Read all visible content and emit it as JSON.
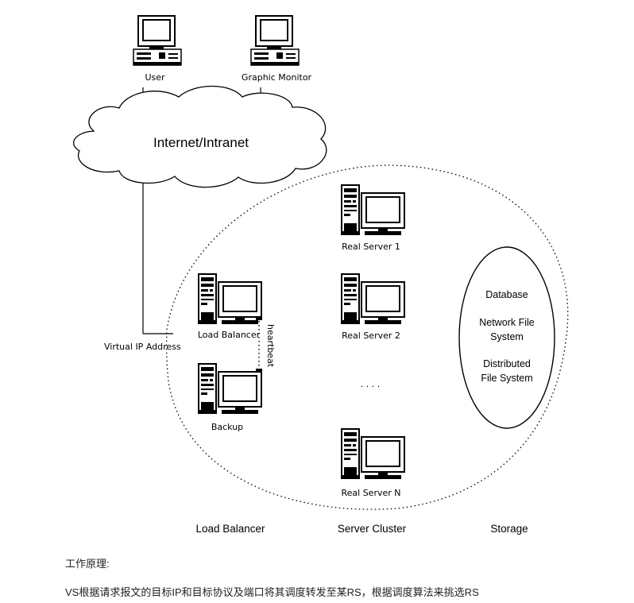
{
  "nodes": {
    "user": "User",
    "graphic_monitor": "Graphic Monitor",
    "internet": "Internet/Intranet",
    "virtual_ip": "Virtual IP Address",
    "load_balancer": "Load Balancer",
    "heartbeat": "heartbeat",
    "backup": "Backup",
    "real_server_1": "Real Server 1",
    "real_server_2": "Real Server 2",
    "ellipsis": ". . . .",
    "real_server_n": "Real Server N"
  },
  "storage": {
    "database": "Database",
    "nfs_line1": "Network File",
    "nfs_line2": "System",
    "dfs_line1": "Distributed",
    "dfs_line2": "File System"
  },
  "columns": {
    "load_balancer": "Load Balancer",
    "server_cluster": "Server Cluster",
    "storage": "Storage"
  },
  "text": {
    "heading": "工作原理:",
    "description": "VS根据请求报文的目标IP和目标协议及端口将其调度转发至某RS，根据调度算法来挑选RS"
  }
}
